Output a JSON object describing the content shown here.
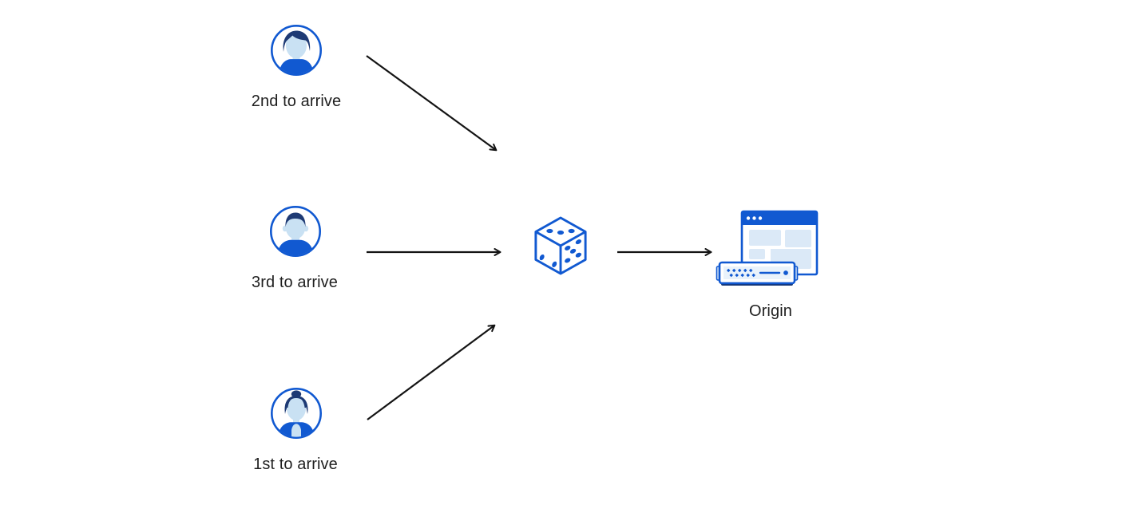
{
  "canvas": {
    "background": "#ffffff"
  },
  "colors": {
    "accent_blue": "#1159d1",
    "dark_navy": "#1e3a74",
    "face_light_blue": "#c9e1f3",
    "panel_fill": "#dbe9f7",
    "panel_fill_lighter": "#e9f2fb",
    "arrow_black": "#141414",
    "text": "#1f1f1f",
    "white": "#ffffff"
  },
  "clients": [
    {
      "label": "2nd to arrive",
      "icon": "male-avatar-icon"
    },
    {
      "label": "3rd to arrive",
      "icon": "male-short-hair-avatar-icon"
    },
    {
      "label": "1st to arrive",
      "icon": "female-bun-avatar-icon"
    }
  ],
  "randomizer": {
    "icon": "dice-icon"
  },
  "origin": {
    "label": "Origin",
    "icon": "origin-server-browser-icon"
  }
}
